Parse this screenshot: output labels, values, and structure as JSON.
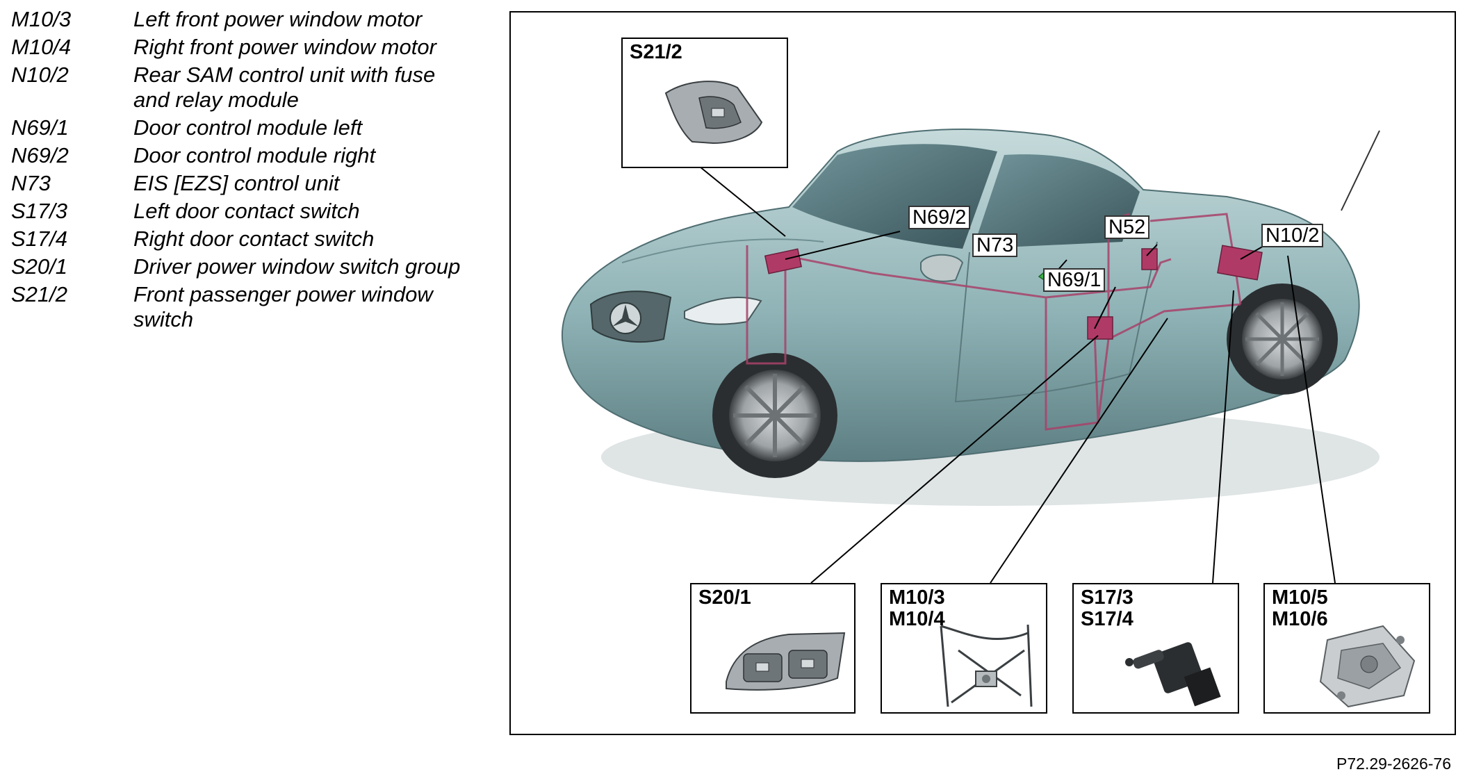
{
  "legend": [
    {
      "code": "M10/3",
      "desc": "Left front power window motor"
    },
    {
      "code": "M10/4",
      "desc": "Right front power window motor"
    },
    {
      "code": "N10/2",
      "desc": "Rear SAM control unit with fuse and relay module"
    },
    {
      "code": "N69/1",
      "desc": "Door control module left"
    },
    {
      "code": "N69/2",
      "desc": "Door control module right"
    },
    {
      "code": "N73",
      "desc": "EIS [EZS] control unit"
    },
    {
      "code": "S17/3",
      "desc": "Left door contact switch"
    },
    {
      "code": "S17/4",
      "desc": "Right door contact switch"
    },
    {
      "code": "S20/1",
      "desc": "Driver power window switch group"
    },
    {
      "code": "S21/2",
      "desc": "Front passenger power window switch"
    }
  ],
  "callouts": {
    "n69_2": "N69/2",
    "n73": "N73",
    "n52": "N52",
    "n10_2": "N10/2",
    "n69_1": "N69/1"
  },
  "details": {
    "s21_2": "S21/2",
    "s20_1": "S20/1",
    "m10_3_4": "M10/3\nM10/4",
    "s17_3_4": "S17/3\nS17/4",
    "m10_5_6": "M10/5\nM10/6"
  },
  "colors": {
    "car_body": "#8fb3b6",
    "wiring": "#a8426a",
    "control_unit": "#b03a66",
    "frame": "#000000"
  },
  "figure_ref": "P72.29-2626-76"
}
